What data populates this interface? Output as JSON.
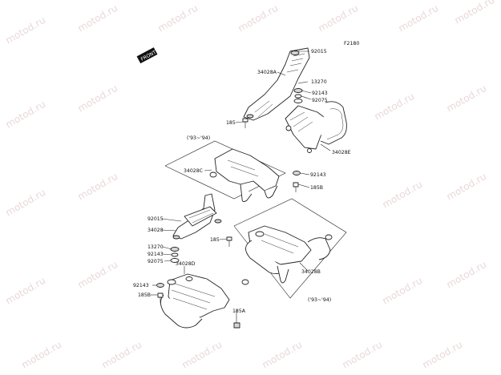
{
  "diagram": {
    "code": "F2180",
    "front_badge": "FRONT",
    "watermark": "motod.ru",
    "labels": {
      "p92015_top": "92015",
      "p34028A": "34028A",
      "p13270_top": "13270",
      "p92143_top": "92143",
      "p92075_top": "92075",
      "p185_top": "185",
      "range_top": "('93~'94)",
      "p34028E": "34028E",
      "p34028C": "34028C",
      "p92143_mid": "92143",
      "p185B_top": "185B",
      "p92015_low": "92015",
      "p34028": "34028",
      "p185_low": "185",
      "p13270_low": "13270",
      "p92143_low": "92143",
      "p92075_low": "92075",
      "p34028D": "34028D",
      "p34028B": "34028B",
      "p92143_bot": "92143",
      "p185B_bot": "185B",
      "p185A": "185A",
      "range_bot": "('93~'94)"
    }
  }
}
